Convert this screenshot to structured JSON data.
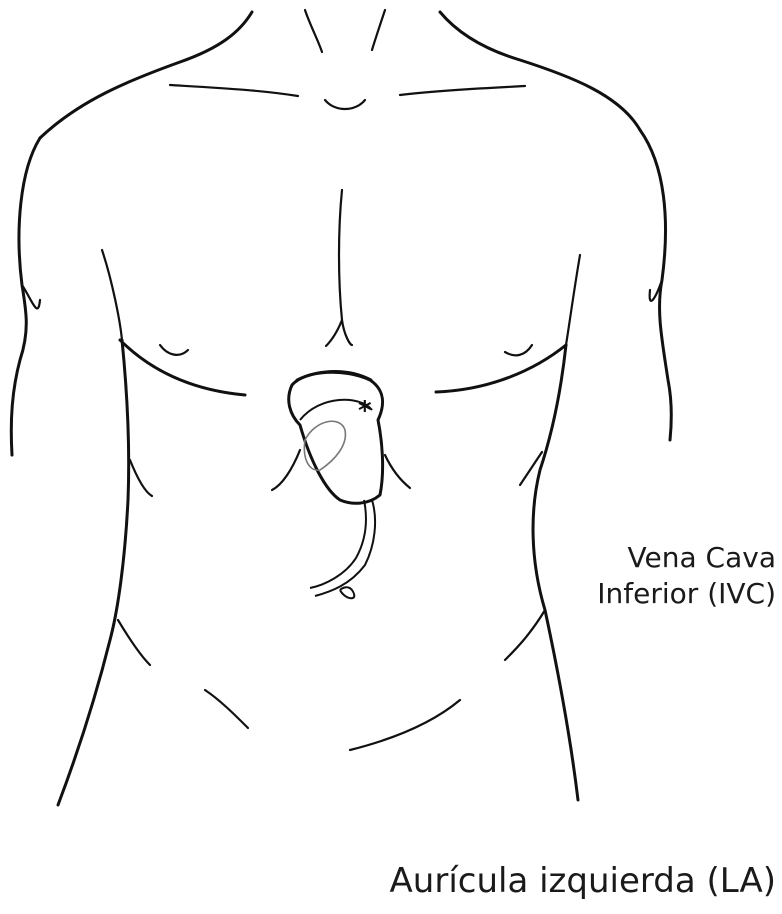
{
  "labels": {
    "ivc_line1": "Vena Cava",
    "ivc_line2": "Inferior (IVC)",
    "la": "Aurícula izquierda (LA)",
    "marker": "*"
  }
}
